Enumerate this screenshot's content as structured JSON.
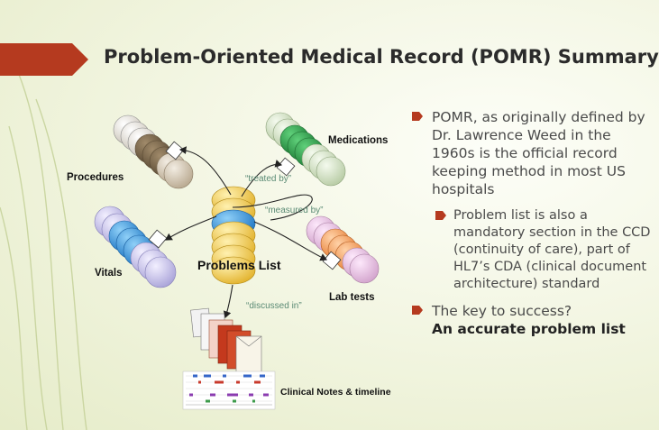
{
  "slide": {
    "title": "Problem-Oriented Medical Record (POMR) Summary",
    "accent_color": "#b53a1f"
  },
  "diagram": {
    "labels": {
      "procedures": "Procedures",
      "medications": "Medications",
      "vitals": "Vitals",
      "problems_list": "Problems List",
      "lab_tests": "Lab tests",
      "clinical_notes": "Clinical Notes & timeline"
    },
    "relations": {
      "treated_by": "“treated by”",
      "measured_by": "“measured by”",
      "discussed_in": "“discussed in”"
    }
  },
  "bullets": {
    "item1": "POMR, as originally defined by Dr. Lawrence Weed in the 1960s is the official record keeping method in most US hospitals",
    "item1_sub": "Problem list is also a mandatory section in the CCD (continuity of care), part of HL7’s CDA (clinical document architecture) standard",
    "item2": "The key to success?",
    "item2_strong": "An accurate problem list"
  }
}
